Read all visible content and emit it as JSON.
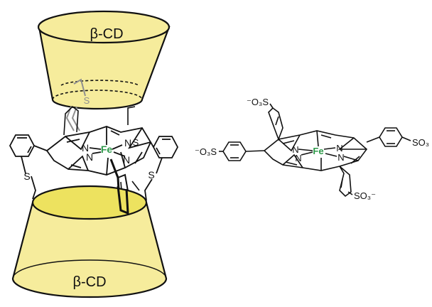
{
  "colors": {
    "cd_fill": "#f6ec9c",
    "cd_fill_top": "#ede25f",
    "outline": "#111111",
    "iron": "#2e9a4a",
    "grey_bond": "#8f8f8f"
  },
  "labels": {
    "cd_top": "β-CD",
    "cd_bottom": "β-CD",
    "complex_fe": "Fe",
    "complex_n": "N",
    "complex_s": "S",
    "tpps_fe": "Fe",
    "tpps_n": "N",
    "so3_left": "⁻O₃S",
    "so3_topleft": "⁻O₃S",
    "so3_right": "SO₃",
    "so3_bottom": "SO₃⁻"
  }
}
